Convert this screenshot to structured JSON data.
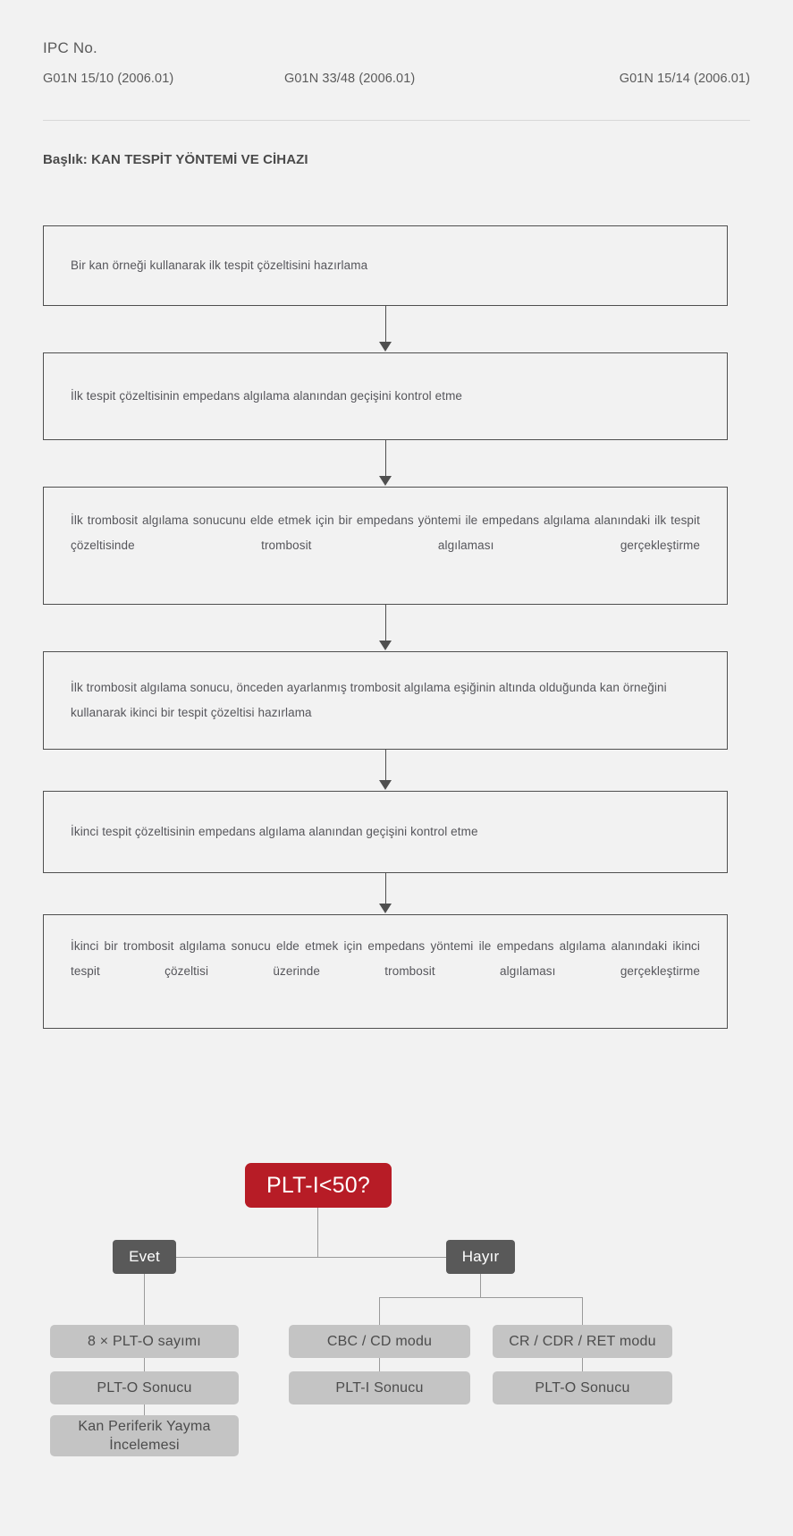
{
  "header": {
    "ipc_label": "IPC No.",
    "ipc_codes": [
      "G01N 15/10 (2006.01)",
      "G01N 33/48 (2006.01)",
      "G01N 15/14 (2006.01)"
    ]
  },
  "document": {
    "title": "Başlık: KAN TESPİT YÖNTEMİ VE CİHAZI"
  },
  "flow": {
    "steps": [
      "Bir kan örneği kullanarak ilk tespit çözeltisini hazırlama",
      "İlk tespit çözeltisinin empedans algılama alanından geçişini kontrol etme",
      "İlk trombosit algılama sonucunu elde etmek için bir empedans yöntemi ile empedans algılama alanındaki ilk tespit çözeltisinde trombosit algılaması gerçekleştirme",
      "İlk trombosit algılama sonucu, önceden ayarlanmış trombosit algılama eşiğinin altında olduğunda kan örneğini kullanarak ikinci bir tespit çözeltisi hazırlama",
      "İkinci tespit çözeltisinin empedans algılama alanından geçişini kontrol etme",
      "İkinci bir trombosit algılama sonucu elde etmek için empedans yöntemi ile empedans algılama alanındaki ikinci tespit çözeltisi üzerinde trombosit algılaması gerçekleştirme"
    ]
  },
  "tree": {
    "decision": "PLT-I<50?",
    "branch_yes": "Evet",
    "branch_no": "Hayır",
    "yes_path": [
      "8 × PLT-O sayımı",
      "PLT-O Sonucu",
      "Kan Periferik Yayma\nİncelemesi"
    ],
    "no_path_left": [
      "CBC / CD modu",
      "PLT-I Sonucu"
    ],
    "no_path_right": [
      "CR / CDR / RET modu",
      "PLT-O Sonucu"
    ]
  },
  "colors": {
    "page_background": "#f2f2f2",
    "decision_red": "#b71c26",
    "branch_gray": "#595959",
    "result_gray": "#c4c4c4",
    "box_border": "#4f4f4f",
    "text": "#56565b",
    "edge": "#9a9a9a"
  }
}
